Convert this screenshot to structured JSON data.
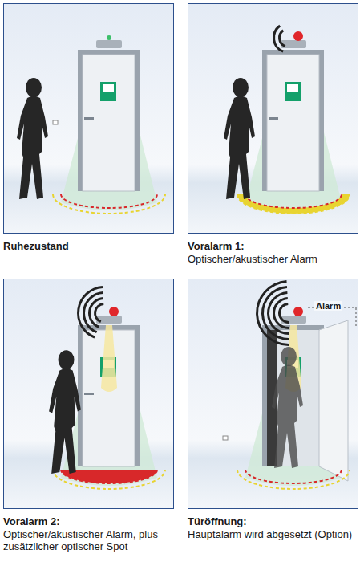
{
  "diagram": {
    "nodes": [
      {
        "text": [
          "Ruhezustand"
        ]
      },
      {
        "text": [
          "Voralarm 1:",
          "Optischer/akustischer Alarm"
        ]
      },
      {
        "text": [
          "Voralarm 2:",
          "Optischer/akustischer Alarm, plus zusätzlicher optischer Spot"
        ]
      },
      {
        "text": [
          "Türöffnung:",
          "Hauptalarm wird abgesetzt (Option)"
        ]
      }
    ],
    "labels": [
      "Alarm"
    ]
  }
}
